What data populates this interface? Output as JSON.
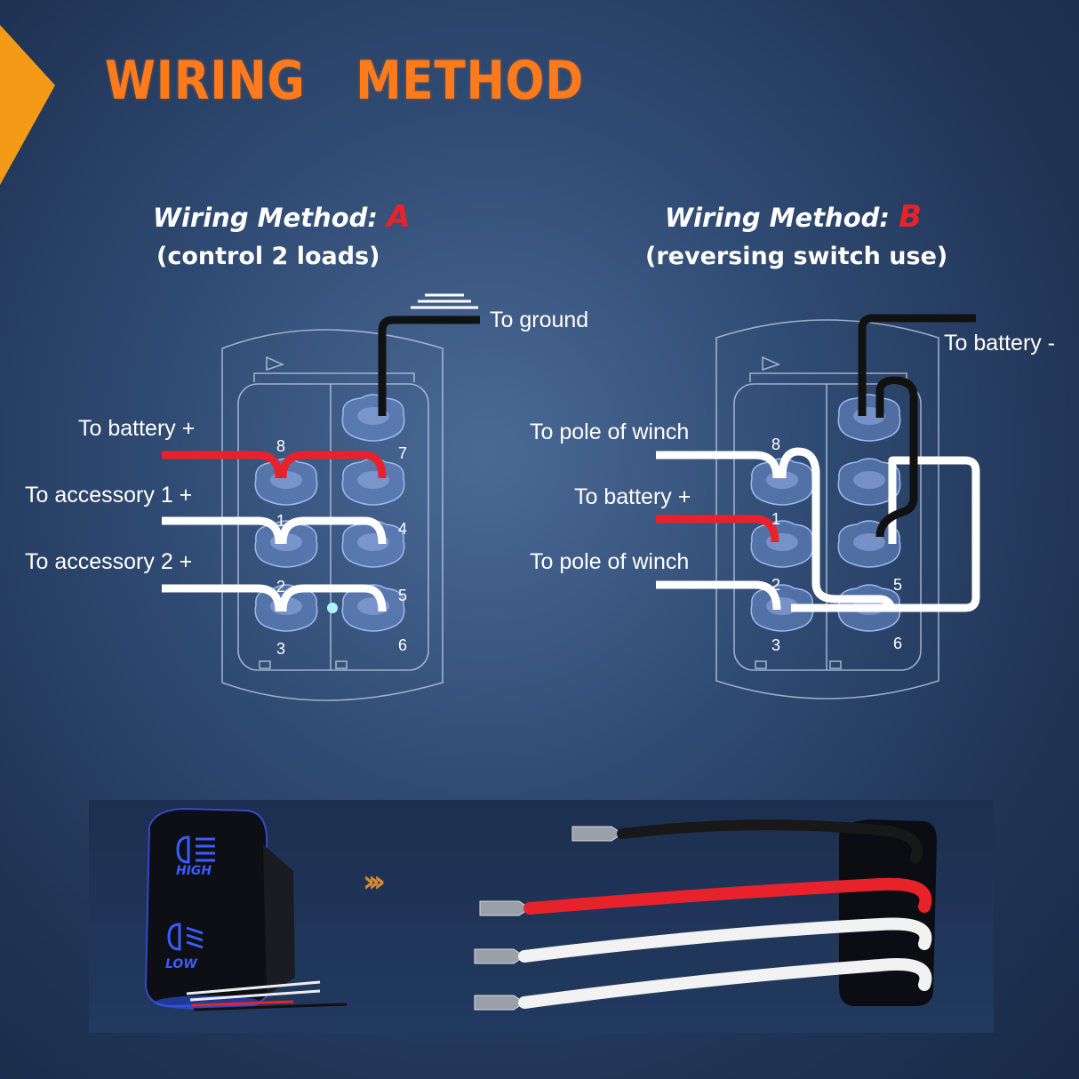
{
  "title": "WIRING   METHOD",
  "colors": {
    "title": "#ff7a1a",
    "positive_wire": "#e8222a",
    "ground_wire": "#111111",
    "signal_wire": "#ffffff",
    "led": "#3a5cff"
  },
  "method_a": {
    "title_prefix": "Wiring Method: ",
    "title_letter": "A",
    "subtitle": "(control 2 loads)",
    "labels": {
      "ground": "To ground",
      "battery_pos": "To battery +",
      "accessory_1": "To accessory 1 +",
      "accessory_2": "To accessory 2 +"
    },
    "pins": [
      "8",
      "7",
      "1",
      "4",
      "2",
      "5",
      "3",
      "6"
    ]
  },
  "method_b": {
    "title_prefix": "Wiring Method: ",
    "title_letter": "B",
    "subtitle": "(reversing switch use)",
    "labels": {
      "battery_neg": "To battery -",
      "pole_1": "To pole of winch",
      "battery_pos": "To battery +",
      "pole_2": "To pole of winch"
    },
    "pins": [
      "8",
      "1",
      "5",
      "2",
      "3",
      "6"
    ]
  },
  "product_photo": {
    "rocker_labels": [
      "HIGH",
      "LOW"
    ],
    "arrow_icon": "triple-chevron-right-icon"
  }
}
